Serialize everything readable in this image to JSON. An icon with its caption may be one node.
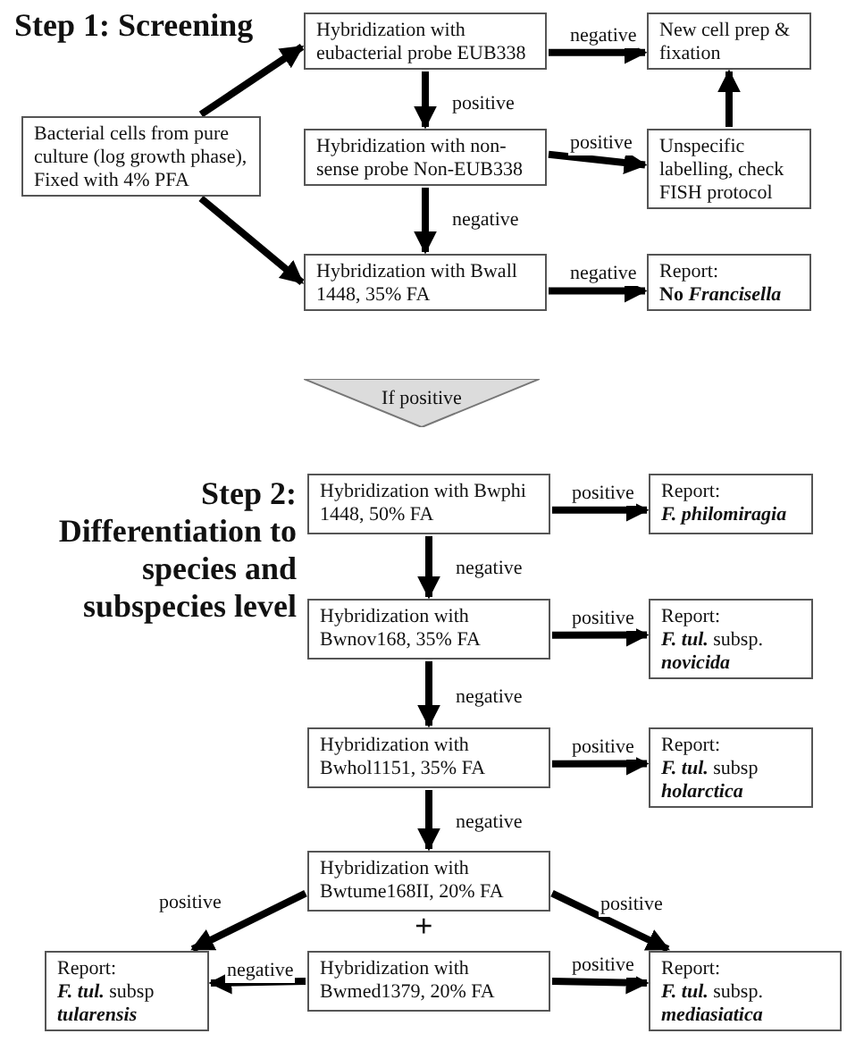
{
  "diagram": {
    "nodes": [
      {
        "text": [
          "Bacterial cells from pure culture (log growth phase), Fixed with 4% PFA"
        ]
      },
      {
        "text": [
          "Hybridization with eubacterial probe EUB338"
        ]
      },
      {
        "text": [
          "New cell prep & fixation"
        ]
      },
      {
        "text": [
          "Hybridization with non-sense probe Non-EUB338"
        ]
      },
      {
        "text": [
          "Unspecific labelling, check FISH protocol"
        ]
      },
      {
        "text": [
          "Hybridization with Bwall 1448, 35% FA"
        ]
      },
      {
        "text": [
          "Report:",
          "No *Francisella*"
        ]
      },
      {
        "text": [
          "If positive"
        ]
      },
      {
        "text": [
          "Hybridization with Bwphi 1448, 50% FA"
        ]
      },
      {
        "text": [
          "Report:",
          "*F. philomiragia*"
        ]
      },
      {
        "text": [
          "Hybridization with Bwnov168, 35% FA"
        ]
      },
      {
        "text": [
          "Report:",
          "*F. tul.* subsp. *novicida*"
        ]
      },
      {
        "text": [
          "Hybridization with Bwhol1151, 35% FA"
        ]
      },
      {
        "text": [
          "Report:",
          "*F. tul.* subsp *holarctica*"
        ]
      },
      {
        "text": [
          "Hybridization with Bwtume168II, 20% FA"
        ]
      },
      {
        "text": [
          "Hybridization with Bwmed1379, 20% FA"
        ]
      },
      {
        "text": [
          "Report:",
          "*F. tul.* subsp *tularensis*"
        ]
      },
      {
        "text": [
          "Report:",
          "*F. tul.* subsp. *mediasiatica*"
        ]
      }
    ],
    "edges": [
      {
        "from": 0,
        "to": 1,
        "arrow": "to"
      },
      {
        "from": 0,
        "to": 5,
        "arrow": "to"
      },
      {
        "from": 1,
        "to": 2,
        "arrow": "to",
        "label": "negative"
      },
      {
        "from": 1,
        "to": 3,
        "arrow": "to",
        "label": "positive"
      },
      {
        "from": 3,
        "to": 4,
        "arrow": "to",
        "label": "positive"
      },
      {
        "from": 4,
        "to": 2,
        "arrow": "to"
      },
      {
        "from": 3,
        "to": 5,
        "arrow": "to",
        "label": "negative"
      },
      {
        "from": 5,
        "to": 6,
        "arrow": "to",
        "label": "negative"
      },
      {
        "from": 8,
        "to": 9,
        "arrow": "to",
        "label": "positive"
      },
      {
        "from": 8,
        "to": 10,
        "arrow": "to",
        "label": "negative"
      },
      {
        "from": 10,
        "to": 11,
        "arrow": "to",
        "label": "positive"
      },
      {
        "from": 10,
        "to": 12,
        "arrow": "to",
        "label": "negative"
      },
      {
        "from": 12,
        "to": 13,
        "arrow": "to",
        "label": "positive"
      },
      {
        "from": 12,
        "to": 14,
        "arrow": "to",
        "label": "negative"
      },
      {
        "from": 14,
        "to": 16,
        "arrow": "to",
        "label": "positive"
      },
      {
        "from": 14,
        "to": 17,
        "arrow": "to",
        "label": "positive"
      },
      {
        "from": 15,
        "to": 16,
        "arrow": "to",
        "label": "negative"
      },
      {
        "from": 15,
        "to": 17,
        "arrow": "to",
        "label": "positive"
      }
    ],
    "labels": [
      "Step 1: Screening",
      "Step 2: Differentiation to species and subspecies level",
      "+"
    ]
  }
}
